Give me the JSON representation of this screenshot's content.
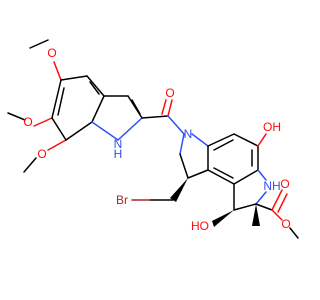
{
  "molecule": {
    "colors": {
      "carbon": "#000000",
      "oxygen": "#ff0d0d",
      "nitrogen": "#3050f8",
      "bromine": "#a62929",
      "background": "#ffffff"
    },
    "labels": {
      "ome_top": "O",
      "ome_mid": "O",
      "ome_bot": "O",
      "indole_nh": "H",
      "indole_n": "N",
      "amide_o": "O",
      "amide_n": "N",
      "oh_top": "OH",
      "nh_ring": "NH",
      "oh_bottom": "HO",
      "bromine": "Br",
      "ester_o_double": "O",
      "ester_o_single": "O"
    }
  }
}
